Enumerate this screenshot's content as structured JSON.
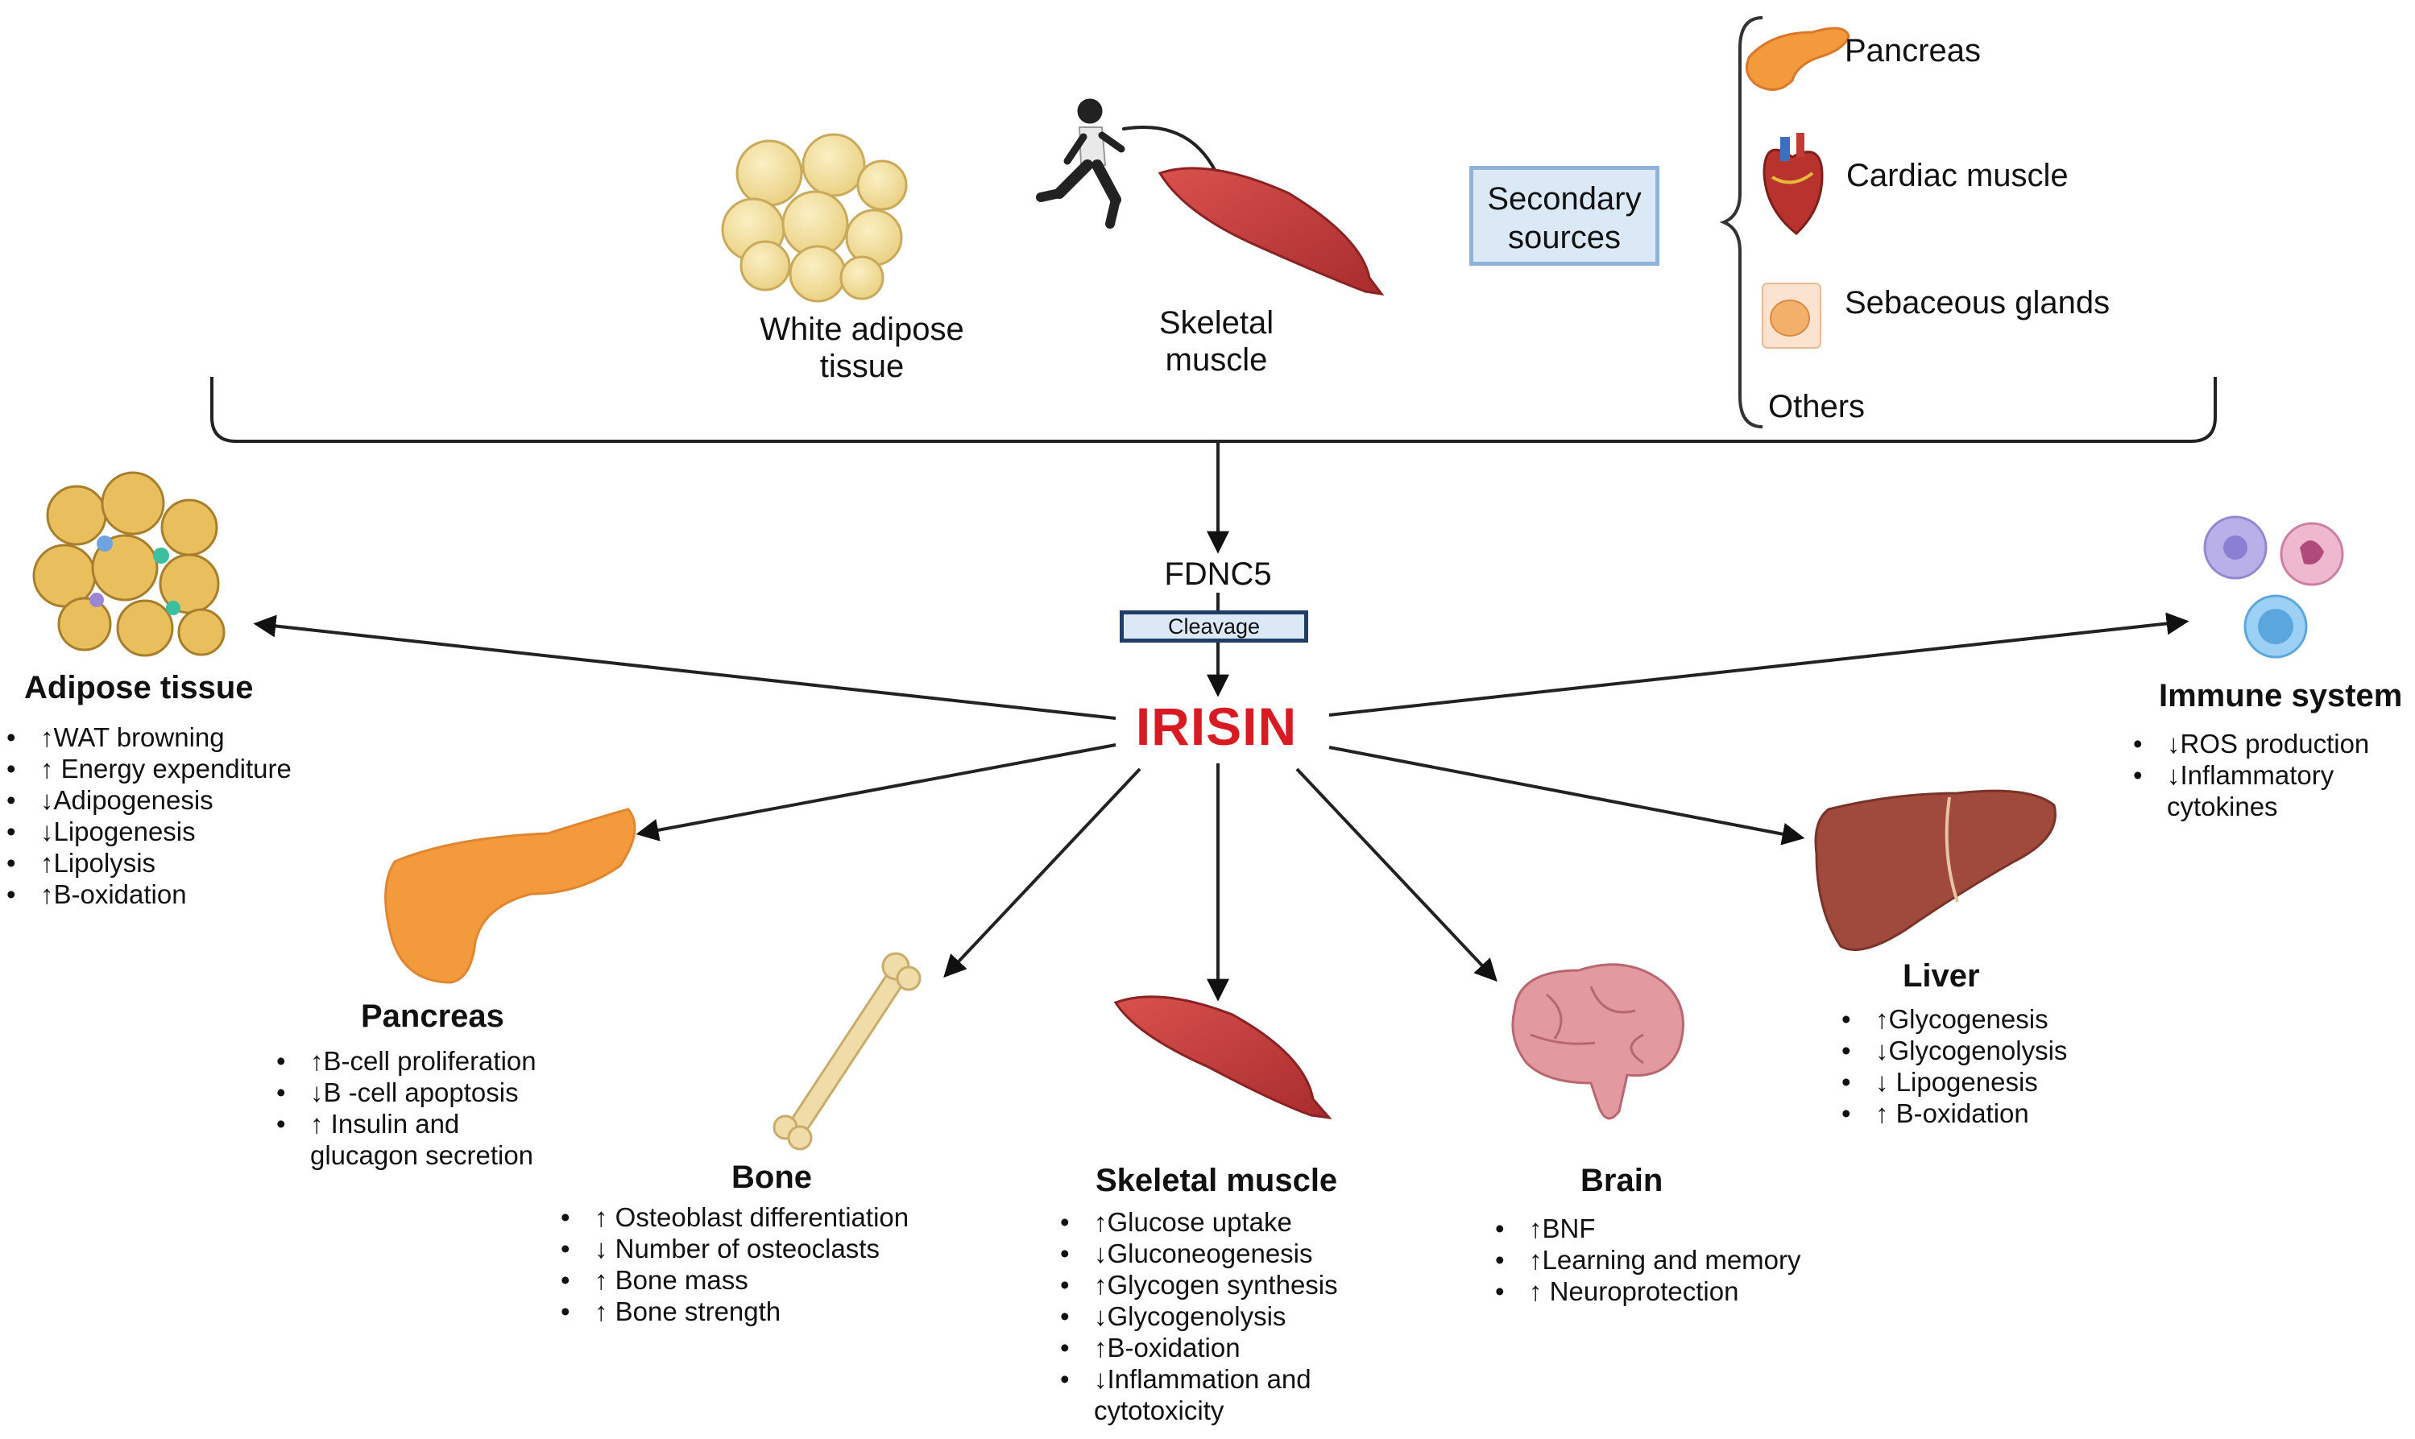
{
  "sources": {
    "white_adipose": "White adipose\ntissue",
    "skeletal_muscle": "Skeletal\nmuscle",
    "secondary_box": "Secondary\nsources",
    "secondary_items": [
      "Pancreas",
      "Cardiac muscle",
      "Sebaceous glands",
      "Others"
    ]
  },
  "center": {
    "fdnc5": "FDNC5",
    "cleavage": "Cleavage",
    "irisin": "IRISIN"
  },
  "targets": {
    "adipose": {
      "title": "Adipose tissue",
      "items": [
        "↑WAT browning",
        "↑ Energy expenditure",
        "↓Adipogenesis",
        "↓Lipogenesis",
        "↑Lipolysis",
        "↑B-oxidation"
      ]
    },
    "pancreas": {
      "title": "Pancreas",
      "items": [
        "↑B-cell proliferation",
        "↓B -cell apoptosis",
        "↑ Insulin and",
        "glucagon secretion"
      ]
    },
    "bone": {
      "title": "Bone",
      "items": [
        "↑ Osteoblast differentiation",
        "↓ Number of osteoclasts",
        "↑ Bone mass",
        "↑ Bone strength"
      ]
    },
    "skeletal_muscle": {
      "title": "Skeletal muscle",
      "items": [
        "↑Glucose uptake",
        "↓Gluconeogenesis",
        "↑Glycogen synthesis",
        "↓Glycogenolysis",
        "↑B-oxidation",
        "↓Inflammation and",
        "cytotoxicity"
      ]
    },
    "brain": {
      "title": "Brain",
      "items": [
        "↑BNF",
        "↑Learning and memory",
        "↑ Neuroprotection"
      ]
    },
    "liver": {
      "title": "Liver",
      "items": [
        "↑Glycogenesis",
        "↓Glycogenolysis",
        "↓ Lipogenesis",
        "↑ B-oxidation"
      ]
    },
    "immune": {
      "title": "Immune system",
      "items": [
        "↓ROS production",
        "↓Inflammatory",
        "cytokines"
      ]
    }
  },
  "colors": {
    "irisin": "#d81b23",
    "muscle": "#c9403e",
    "fat": "#f0d489",
    "pancreas": "#f39a3d",
    "liver": "#a0493d",
    "brain": "#e29aa0",
    "bone": "#f0dca8",
    "box_fill": "#dbe9f7",
    "box_border": "#8fb3d9"
  },
  "icons": [
    "fat-cells-icon",
    "runner-icon",
    "muscle-icon",
    "pancreas-icon",
    "heart-icon",
    "sebaceous-gland-icon",
    "adipose-cluster-icon",
    "immune-cells-icon",
    "bone-icon",
    "brain-icon",
    "liver-icon"
  ]
}
